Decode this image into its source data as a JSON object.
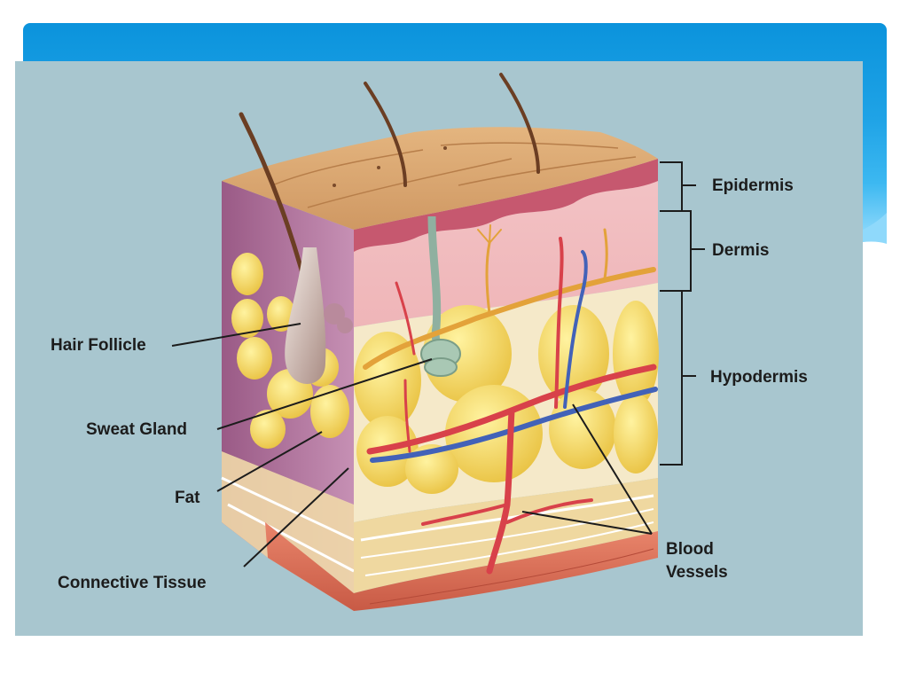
{
  "slide": {
    "accent_color": "#1fa3e6",
    "diagram_background": "#a8c6cf"
  },
  "diagram": {
    "labels": {
      "epidermis": "Epidermis",
      "dermis": "Dermis",
      "hypodermis": "Hypodermis",
      "hair_follicle": "Hair Follicle",
      "sweat_gland": "Sweat Gland",
      "fat": "Fat",
      "connective_tissue": "Connective Tissue",
      "blood_vessels_line1": "Blood",
      "blood_vessels_line2": "Vessels"
    }
  }
}
